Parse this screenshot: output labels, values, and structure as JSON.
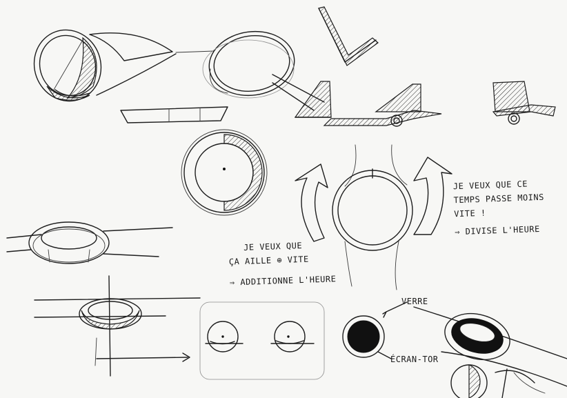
{
  "notes": {
    "right": {
      "line1": "je veux que ce",
      "line2": "temps passe moins",
      "line3": "vite !",
      "line4": "⇒ divise l'heure"
    },
    "center": {
      "line1": "je veux que",
      "line2": "ça aille ⊕ vite",
      "line3": "⇒ additionne l'heure"
    }
  },
  "labels": {
    "glass": "verre",
    "screen": "écran-tor"
  }
}
